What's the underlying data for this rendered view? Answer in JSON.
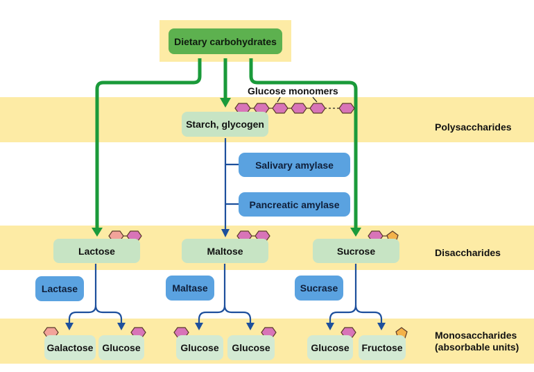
{
  "title": "Dietary carbohydrates",
  "levels": {
    "polysaccharides": "Polysaccharides",
    "disaccharides": "Disaccharides",
    "monosaccharides_line1": "Monosaccharides",
    "monosaccharides_line2": "(absorbable units)"
  },
  "polysaccharide": {
    "name": "Starch, glycogen",
    "monomer_label": "Glucose monomers",
    "enzymes": [
      "Salivary amylase",
      "Pancreatic amylase"
    ]
  },
  "disaccharides": [
    {
      "name": "Lactose",
      "enzyme": "Lactase",
      "products": [
        "Galactose",
        "Glucose"
      ]
    },
    {
      "name": "Maltose",
      "enzyme": "Maltase",
      "products": [
        "Glucose",
        "Glucose"
      ]
    },
    {
      "name": "Sucrose",
      "enzyme": "Sucrase",
      "products": [
        "Glucose",
        "Fructose"
      ]
    }
  ],
  "colors": {
    "band": "#fdeba5",
    "top_box": "#5db14f",
    "molecule_box": "#c7e4c4",
    "enzyme_box": "#5aa2e0",
    "green_arrow": "#1a9a3a",
    "blue_arrow": "#1d4f9c",
    "glucose": "#d874b8",
    "galactose": "#f2a39a",
    "fructose": "#f3b24a"
  },
  "legend_icons": {
    "glucose": "pink-hexagon-icon",
    "galactose": "salmon-hexagon-icon",
    "fructose": "orange-pentagon-icon"
  }
}
